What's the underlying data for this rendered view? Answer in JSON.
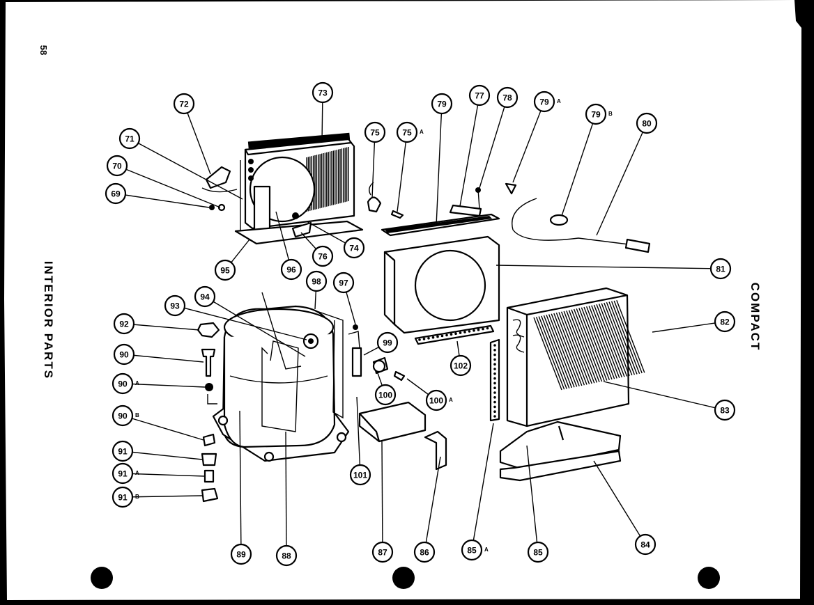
{
  "page_number": "58",
  "left_title": "INTERIOR PARTS",
  "right_title": "COMPACT",
  "callouts": [
    {
      "label": "69",
      "suffix": ""
    },
    {
      "label": "70",
      "suffix": ""
    },
    {
      "label": "71",
      "suffix": ""
    },
    {
      "label": "72",
      "suffix": ""
    },
    {
      "label": "73",
      "suffix": ""
    },
    {
      "label": "74",
      "suffix": ""
    },
    {
      "label": "75",
      "suffix": ""
    },
    {
      "label": "75",
      "suffix": "A"
    },
    {
      "label": "76",
      "suffix": ""
    },
    {
      "label": "77",
      "suffix": ""
    },
    {
      "label": "78",
      "suffix": ""
    },
    {
      "label": "79",
      "suffix": ""
    },
    {
      "label": "79",
      "suffix": "A"
    },
    {
      "label": "79",
      "suffix": "B"
    },
    {
      "label": "80",
      "suffix": ""
    },
    {
      "label": "81",
      "suffix": ""
    },
    {
      "label": "82",
      "suffix": ""
    },
    {
      "label": "83",
      "suffix": ""
    },
    {
      "label": "84",
      "suffix": ""
    },
    {
      "label": "85",
      "suffix": ""
    },
    {
      "label": "85",
      "suffix": "A"
    },
    {
      "label": "86",
      "suffix": ""
    },
    {
      "label": "87",
      "suffix": ""
    },
    {
      "label": "88",
      "suffix": ""
    },
    {
      "label": "89",
      "suffix": ""
    },
    {
      "label": "90",
      "suffix": ""
    },
    {
      "label": "90",
      "suffix": "A"
    },
    {
      "label": "90",
      "suffix": "B"
    },
    {
      "label": "91",
      "suffix": ""
    },
    {
      "label": "91",
      "suffix": "A"
    },
    {
      "label": "91",
      "suffix": "B"
    },
    {
      "label": "92",
      "suffix": ""
    },
    {
      "label": "93",
      "suffix": ""
    },
    {
      "label": "94",
      "suffix": ""
    },
    {
      "label": "95",
      "suffix": ""
    },
    {
      "label": "96",
      "suffix": ""
    },
    {
      "label": "97",
      "suffix": ""
    },
    {
      "label": "98",
      "suffix": ""
    },
    {
      "label": "99",
      "suffix": ""
    },
    {
      "label": "100",
      "suffix": ""
    },
    {
      "label": "100",
      "suffix": "A"
    },
    {
      "label": "101",
      "suffix": ""
    },
    {
      "label": "102",
      "suffix": ""
    }
  ]
}
